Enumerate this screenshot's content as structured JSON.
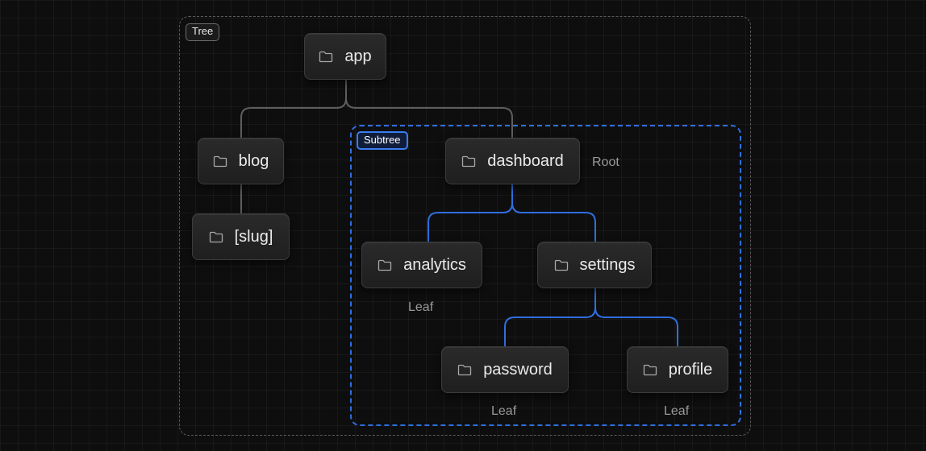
{
  "tags": {
    "tree": "Tree",
    "subtree": "Subtree"
  },
  "nodes": {
    "app": "app",
    "blog": "blog",
    "slug": "[slug]",
    "dashboard": "dashboard",
    "analytics": "analytics",
    "settings": "settings",
    "password": "password",
    "profile": "profile"
  },
  "captions": {
    "dashboard": "Root",
    "analytics": "Leaf",
    "password": "Leaf",
    "profile": "Leaf"
  },
  "icon": "folder-icon",
  "colors": {
    "background": "#0e0e0e",
    "tree_connector": "#5e5e5e",
    "subtree_connector": "#2f6fe0",
    "subtree_border": "#2f6fe0",
    "tree_border": "#5a5a5a"
  }
}
